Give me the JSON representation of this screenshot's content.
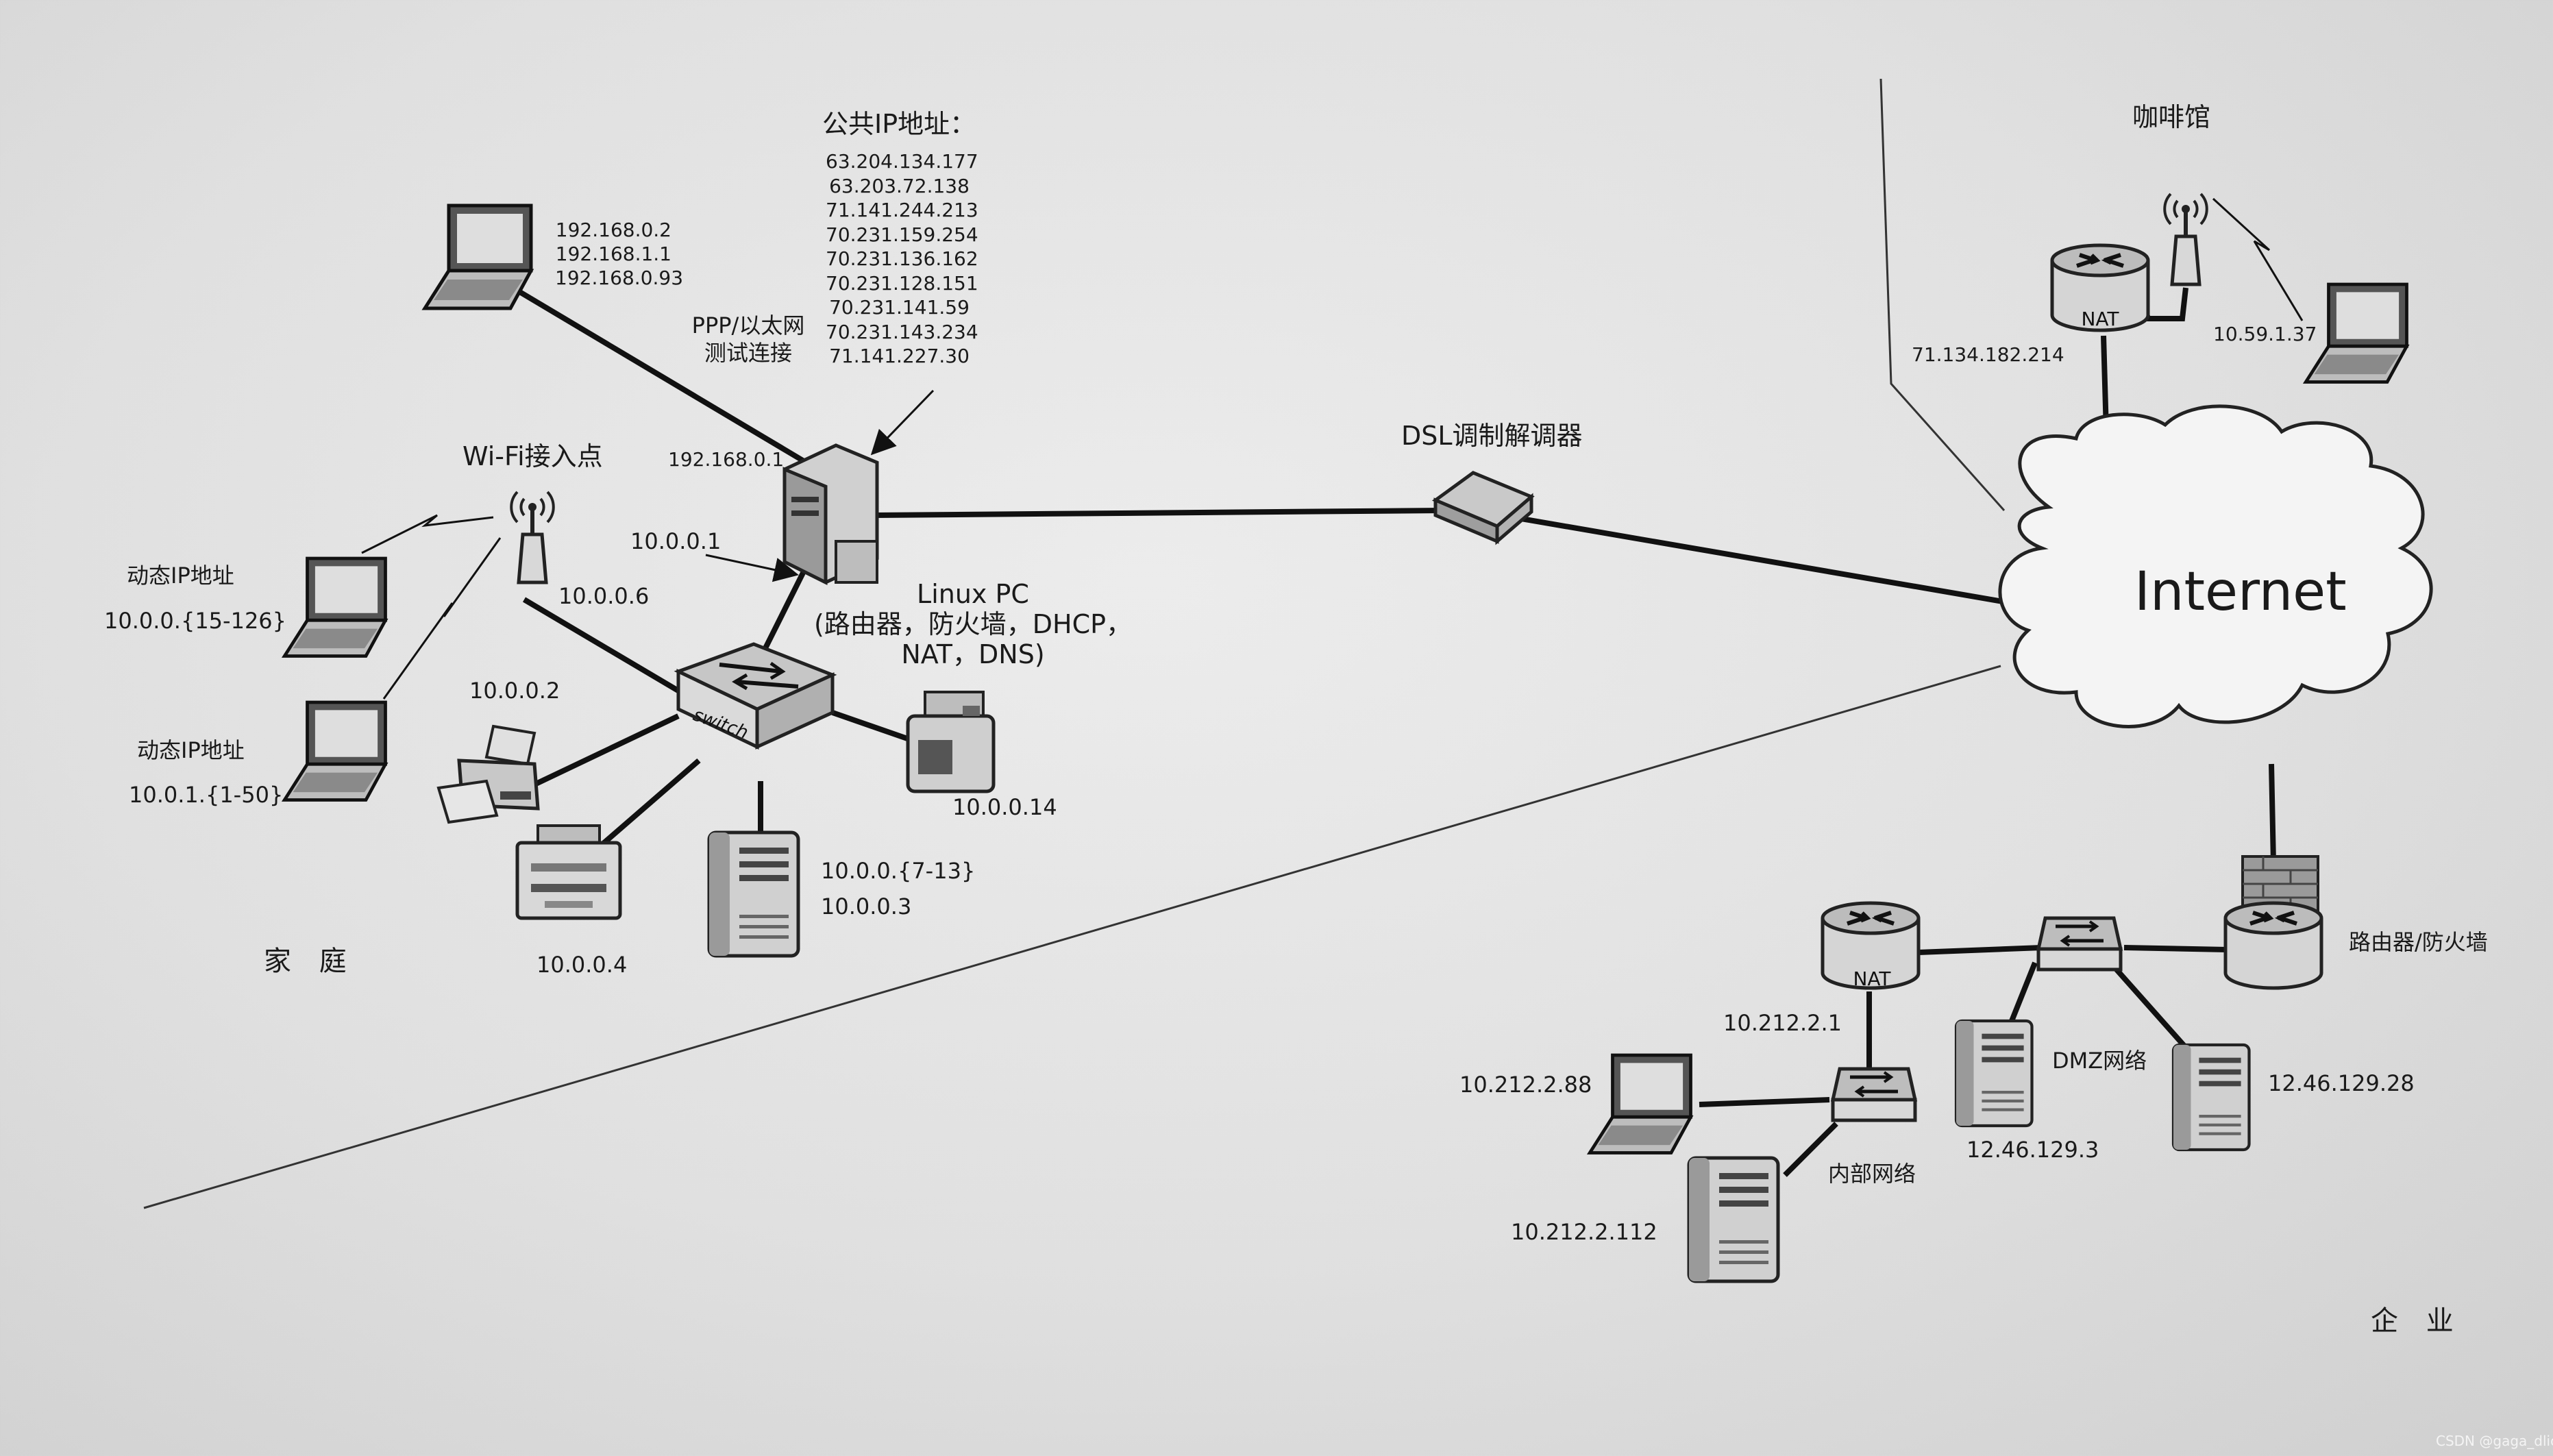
{
  "regions": {
    "home": "家 庭",
    "enterprise": "企 业"
  },
  "home": {
    "public_ip_title": "公共IP地址：",
    "public_ips": [
      "63.204.134.177",
      "63.203.72.138",
      "71.141.244.213",
      "70.231.159.254",
      "70.231.136.162",
      "70.231.128.151",
      "70.231.141.59",
      "70.231.143.234",
      "71.141.227.30"
    ],
    "ppp_label": [
      "PPP/以太网",
      "测试连接"
    ],
    "laptop_top_ips": [
      "192.168.0.2",
      "192.168.1.1",
      "192.168.0.93"
    ],
    "pc_eth_ip": "192.168.0.1",
    "pc_lan_ip": "10.0.0.1",
    "linux_pc_label": [
      "Linux PC",
      "(路由器，防火墙，DHCP，",
      "NAT，DNS)"
    ],
    "wifi_label": "Wi-Fi接入点",
    "wifi_ip": "10.0.0.6",
    "dyn1_label": "动态IP地址",
    "dyn1_range": "10.0.0.{15-126}",
    "dyn2_label": "动态IP地址",
    "dyn2_range": "10.0.1.{1-50}",
    "printer_ip": "10.0.0.2",
    "scanner_ip": "10.0.0.4",
    "server_ips": [
      "10.0.0.{7-13}",
      "10.0.0.3"
    ],
    "device14_ip": "10.0.0.14",
    "switch_label": "switch"
  },
  "dsl_label": "DSL调制解调器",
  "internet_label": "Internet",
  "cafe": {
    "title": "咖啡馆",
    "nat_ip": "71.134.182.214",
    "laptop_ip": "10.59.1.37",
    "nat_label": "NAT"
  },
  "enterprise": {
    "router_label": "路由器/防火墙",
    "dmz_label": "DMZ网络",
    "dmz_ips": [
      "12.46.129.3",
      "12.46.129.28"
    ],
    "nat_label": "NAT",
    "nat_ip": "10.212.2.1",
    "internal_label": "内部网络",
    "laptop_ip": "10.212.2.88",
    "server_ip": "10.212.2.112"
  },
  "watermark": "CSDN @gaga_dlic",
  "colors": {
    "line": "#111111",
    "device_body": "#d4d4d4",
    "device_dark": "#555555",
    "cloud": "#f4f4f4"
  }
}
